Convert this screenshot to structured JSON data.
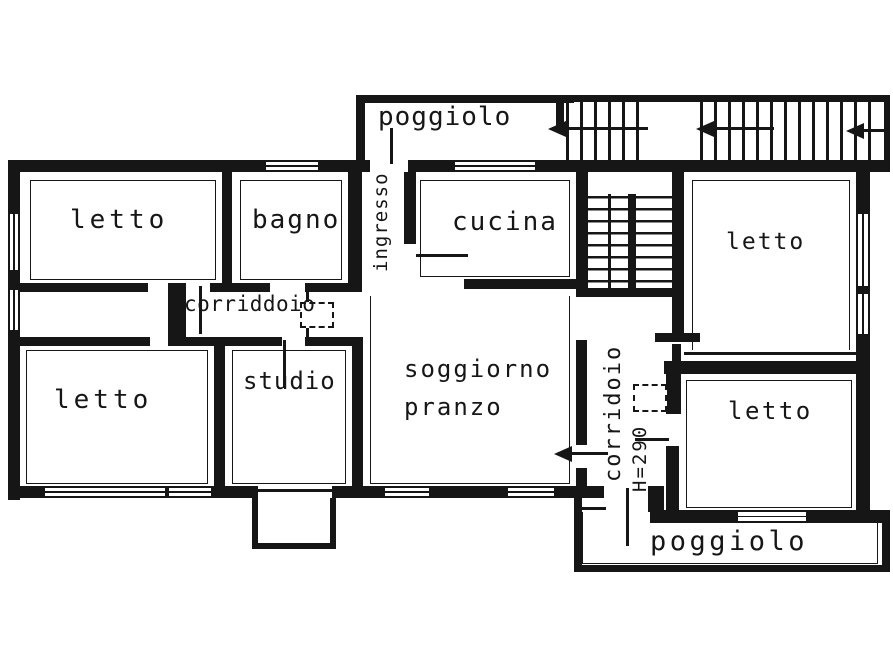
{
  "plan": {
    "type": "floor-plan",
    "rooms": {
      "balcony_top": "poggiolo",
      "bedroom_top_left": "letto",
      "bathroom": "bagno",
      "entrance": "ingresso",
      "kitchen": "cucina",
      "bedroom_top_right": "letto",
      "corridor_top": "corriddoio",
      "bedroom_bottom_left": "letto",
      "study": "studio",
      "living_room_line1": "soggiorno",
      "living_room_line2": "pranzo",
      "corridor_right": "corridoio",
      "ceiling_height_note": "H=290",
      "bedroom_bottom_right": "letto",
      "balcony_bottom": "poggiolo"
    },
    "colors": {
      "ink": "#161616",
      "paper": "#ffffff"
    }
  }
}
